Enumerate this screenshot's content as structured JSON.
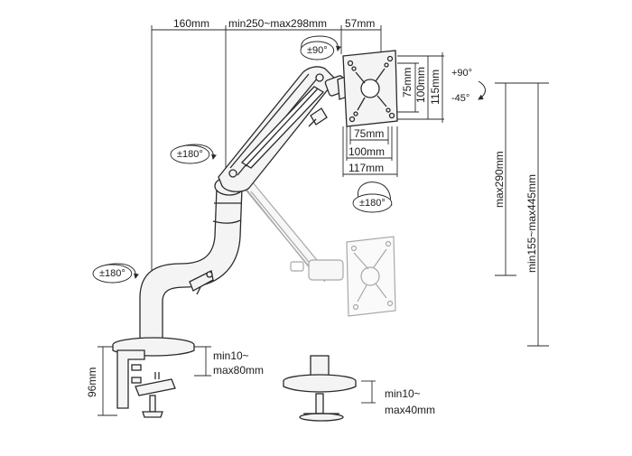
{
  "dimensions": {
    "offset_160": "160mm",
    "reach": "min250~max298mm",
    "depth_57": "57mm",
    "vesa_w75": "75mm",
    "vesa_w100": "100mm",
    "vesa_w117": "117mm",
    "vesa_h75": "75mm",
    "vesa_h100": "100mm",
    "vesa_h115": "115mm",
    "max_height": "max290mm",
    "height_range": "min155~max445mm",
    "clamp_height": "96mm",
    "clamp_range_1": "min10~",
    "clamp_range_2": "max80mm",
    "grommet_range_1": "min10~",
    "grommet_range_2": "max40mm"
  },
  "rotations": {
    "head_swivel": "±90°",
    "tilt_up": "+90°",
    "tilt_down": "-45°",
    "screen_rotation": "±180°",
    "elbow": "±180°",
    "base": "±180°"
  },
  "colors": {
    "line": "#2a2a2a",
    "ghost": "#a8a8a8",
    "fill": "#f4f4f4"
  }
}
